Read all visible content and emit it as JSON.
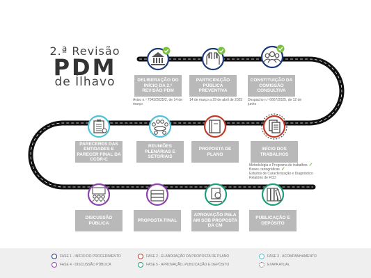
{
  "title": {
    "line1": "2.ª Revisão",
    "line2": "PDM",
    "line3": "de Ílhavo"
  },
  "colors": {
    "phase1": "#1d3a7a",
    "phase2": "#c0392b",
    "phase3": "#4fc1d8",
    "phase4": "#8e44ad",
    "phase5": "#1e9e7a",
    "current": "#555555",
    "check": "#7ac142",
    "box": "#b9b9b9",
    "road": "#111111"
  },
  "steps": [
    {
      "label": "DELIBERAÇÃO DO INÍCIO DA 2.ª REVISÃO PDM",
      "note": "Aviso n.º 7043/2025/2, de 14 de março",
      "phase": "phase1",
      "icon": "building-icon",
      "done": true
    },
    {
      "label": "PARTICIPAÇÃO PÚBLICA PREVENTIVA",
      "note": "14 de março a 29 de abril de 2025",
      "phase": "phase1",
      "icon": "raised-hands-icon",
      "done": true
    },
    {
      "label": "CONSTITUIÇÃO DA COMISSÃO CONSULTIVA",
      "note": "Despacho n.º 6667/2025, de 12 de junho",
      "phase": "phase1",
      "icon": "group-icon",
      "done": true
    },
    {
      "label": "INÍCIO DOS TRABALHOS",
      "note": "",
      "phase": "phase2",
      "icon": "documents-icon",
      "done": false,
      "current": true
    },
    {
      "label": "PROPOSTA DE PLANO",
      "note": "",
      "phase": "phase2",
      "icon": "book-icon",
      "done": false
    },
    {
      "label": "REUNIÕES PLENÁRIAS E SETORIAIS",
      "note": "",
      "phase": "phase3",
      "icon": "meeting-icon",
      "done": false
    },
    {
      "label": "PARECERES DAS ENTIDADES E PARECER FINAL DA CCDR-C",
      "note": "",
      "phase": "phase3",
      "icon": "clipboard-icon",
      "done": false
    },
    {
      "label": "DISCUSSÃO PÚBLICA",
      "note": "",
      "phase": "phase4",
      "icon": "audience-icon",
      "done": false
    },
    {
      "label": "PROPOSTA FINAL",
      "note": "",
      "phase": "phase4",
      "icon": "stacked-books-icon",
      "done": false
    },
    {
      "label": "APROVAÇÃO PELA AM SOB PROPOSTA DA CM",
      "note": "",
      "phase": "phase5",
      "icon": "stamp-icon",
      "done": false
    },
    {
      "label": "PUBLICAÇÃO E DEPÓSITO",
      "note": "",
      "phase": "phase5",
      "icon": "binders-icon",
      "done": false
    }
  ],
  "tasks": [
    {
      "text": "Metodologia e Programa de trabalhos",
      "done": true
    },
    {
      "text": "Bases cartográficas",
      "done": true
    },
    {
      "text": "Estudos de Caracterização e Diagnóstico",
      "done": false
    },
    {
      "text": "Relatório de FCD",
      "done": false
    }
  ],
  "legend": [
    {
      "label": "FASE 1 - INÍCIO DO PROCEDIMENTO",
      "key": "phase1"
    },
    {
      "label": "FASE 2 - ELABORAÇÃO DA PROPOSTA DE PLANO",
      "key": "phase2"
    },
    {
      "label": "FASE 3 - ACOMPANHAMENTO",
      "key": "phase3"
    },
    {
      "label": "FASE 4 - DISCUSSÃO PÚBLICA",
      "key": "phase4"
    },
    {
      "label": "FASE 5 - APROVAÇÃO, PUBLICAÇÃO E DEPÓSITO",
      "key": "phase5"
    },
    {
      "label": "ETAPA ATUAL",
      "key": "current"
    }
  ]
}
